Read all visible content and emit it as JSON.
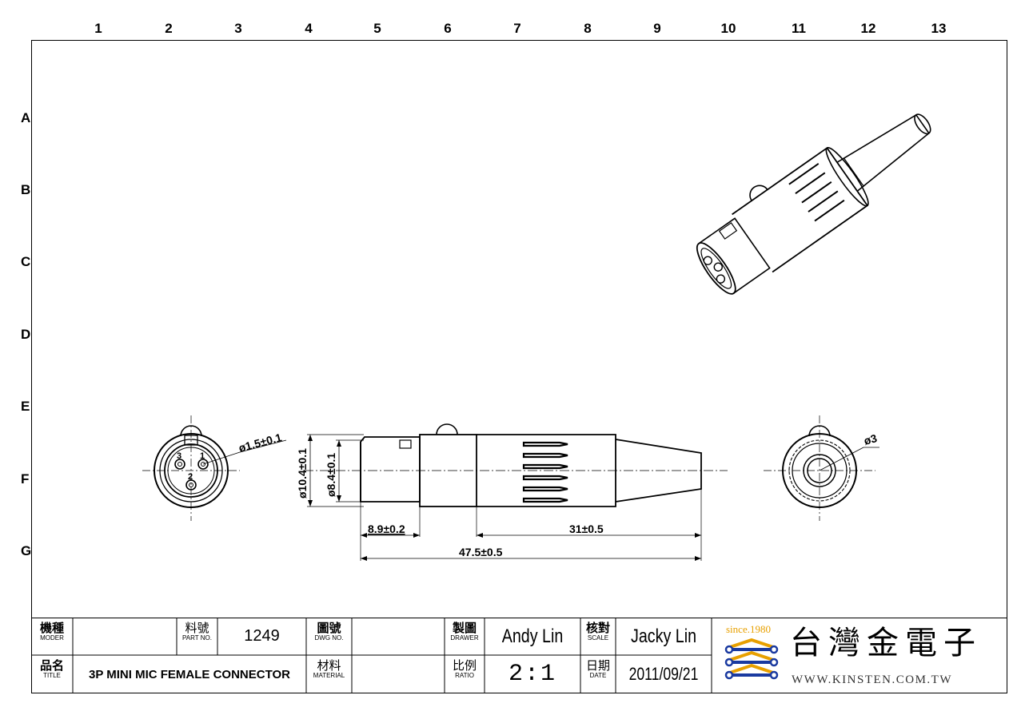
{
  "grid": {
    "columns": [
      "1",
      "2",
      "3",
      "4",
      "5",
      "6",
      "7",
      "8",
      "9",
      "10",
      "11",
      "12",
      "13"
    ],
    "rows": [
      "A",
      "B",
      "C",
      "D",
      "E",
      "F",
      "G"
    ]
  },
  "dimensions": {
    "pin_hole": "ø1.5±0.1",
    "outer_diameter": "ø10.4±0.1",
    "inner_diameter": "ø8.4±0.1",
    "front_length": "8.9±0.2",
    "body_length": "31±0.5",
    "total_length": "47.5±0.5",
    "cable_hole": "ø3"
  },
  "pins": [
    "1",
    "2",
    "3"
  ],
  "title_block": {
    "model_label_cn": "機種",
    "model_label_en": "MODER",
    "model_value": "",
    "part_label_cn": "料號",
    "part_label_en": "PART NO.",
    "part_value": "1249",
    "dwg_label_cn": "圖號",
    "dwg_label_en": "DWG NO.",
    "dwg_value": "",
    "drawer_label_cn": "製圖",
    "drawer_label_en": "DRAWER",
    "drawer_value": "Andy Lin",
    "scale_label_cn": "核對",
    "scale_label_en": "SCALE",
    "scale_value": "Jacky Lin",
    "title_label_cn": "品名",
    "title_label_en": "TITLE",
    "title_value": "3P MINI MIC FEMALE CONNECTOR",
    "material_label_cn": "材料",
    "material_label_en": "MATERIAL",
    "material_value": "",
    "ratio_label_cn": "比例",
    "ratio_label_en": "RATIO",
    "ratio_value": "2:1",
    "date_label_cn": "日期",
    "date_label_en": "DATE",
    "date_value": "2011/09/21"
  },
  "company": {
    "since": "since.1980",
    "name": "台灣金電子",
    "url": "WWW.KINSTEN.COM.TW",
    "colors": {
      "since": "#e8a000",
      "logo_blue": "#1a3aa0",
      "logo_orange": "#e8a000"
    }
  }
}
